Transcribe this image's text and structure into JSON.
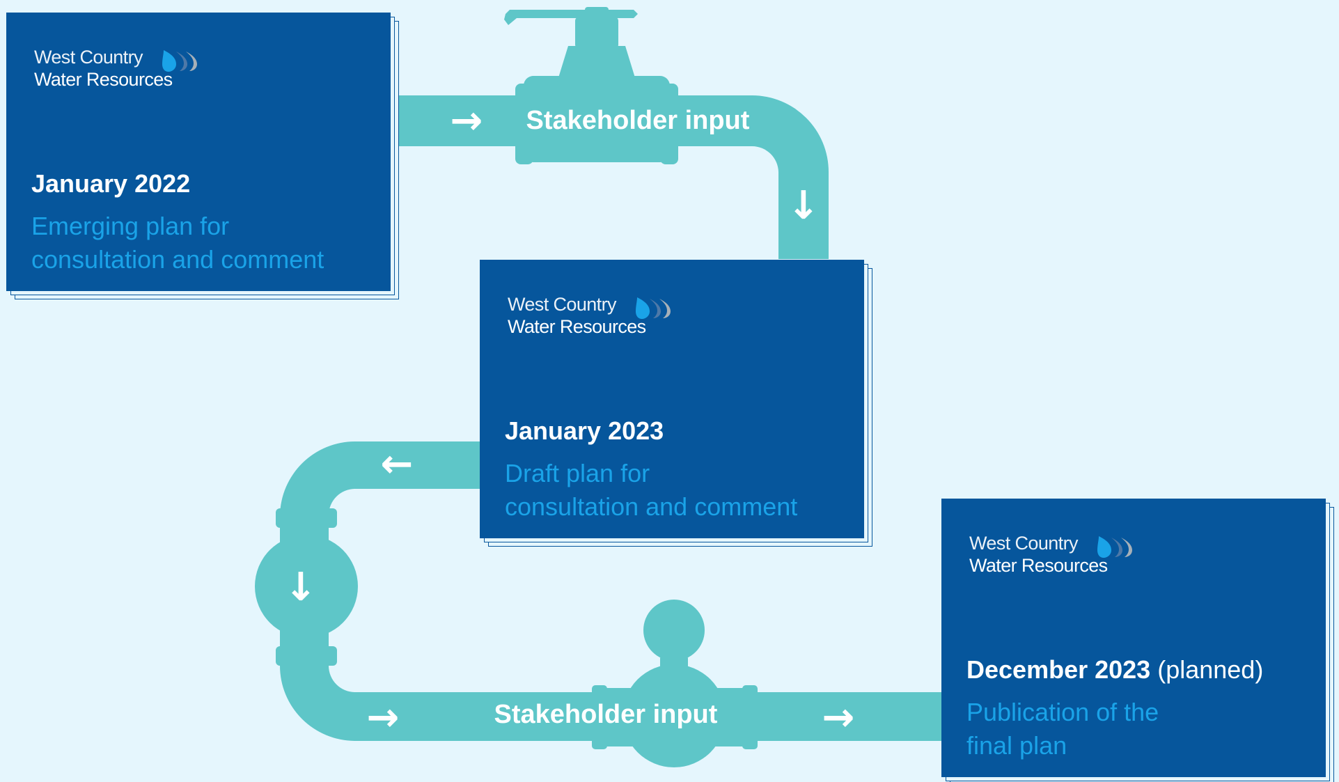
{
  "colors": {
    "background": "#e5f6fd",
    "pipe": "#5ec6c8",
    "card": "#06569c",
    "date_text": "#ffffff",
    "description_text": "#1aa3e8"
  },
  "logo": {
    "line1": "West Country",
    "line2": "Water Resources",
    "mark_icon": "water-drop-icon"
  },
  "stages": [
    {
      "date": "January 2022",
      "note": "",
      "description_line1": "Emerging plan for",
      "description_line2": "consultation and comment"
    },
    {
      "date": "January 2023",
      "note": "",
      "description_line1": "Draft plan for",
      "description_line2": "consultation and comment"
    },
    {
      "date": "December 2023",
      "note": "(planned)",
      "description_line1": "Publication of the",
      "description_line2": "final plan"
    }
  ],
  "connectors": [
    {
      "label": "Stakeholder input",
      "fitting": "valve-icon"
    },
    {
      "label": "Stakeholder input",
      "fitting": "water-meter-icon"
    }
  ],
  "arrows": {
    "right": "→",
    "down": "↓",
    "left": "←"
  }
}
